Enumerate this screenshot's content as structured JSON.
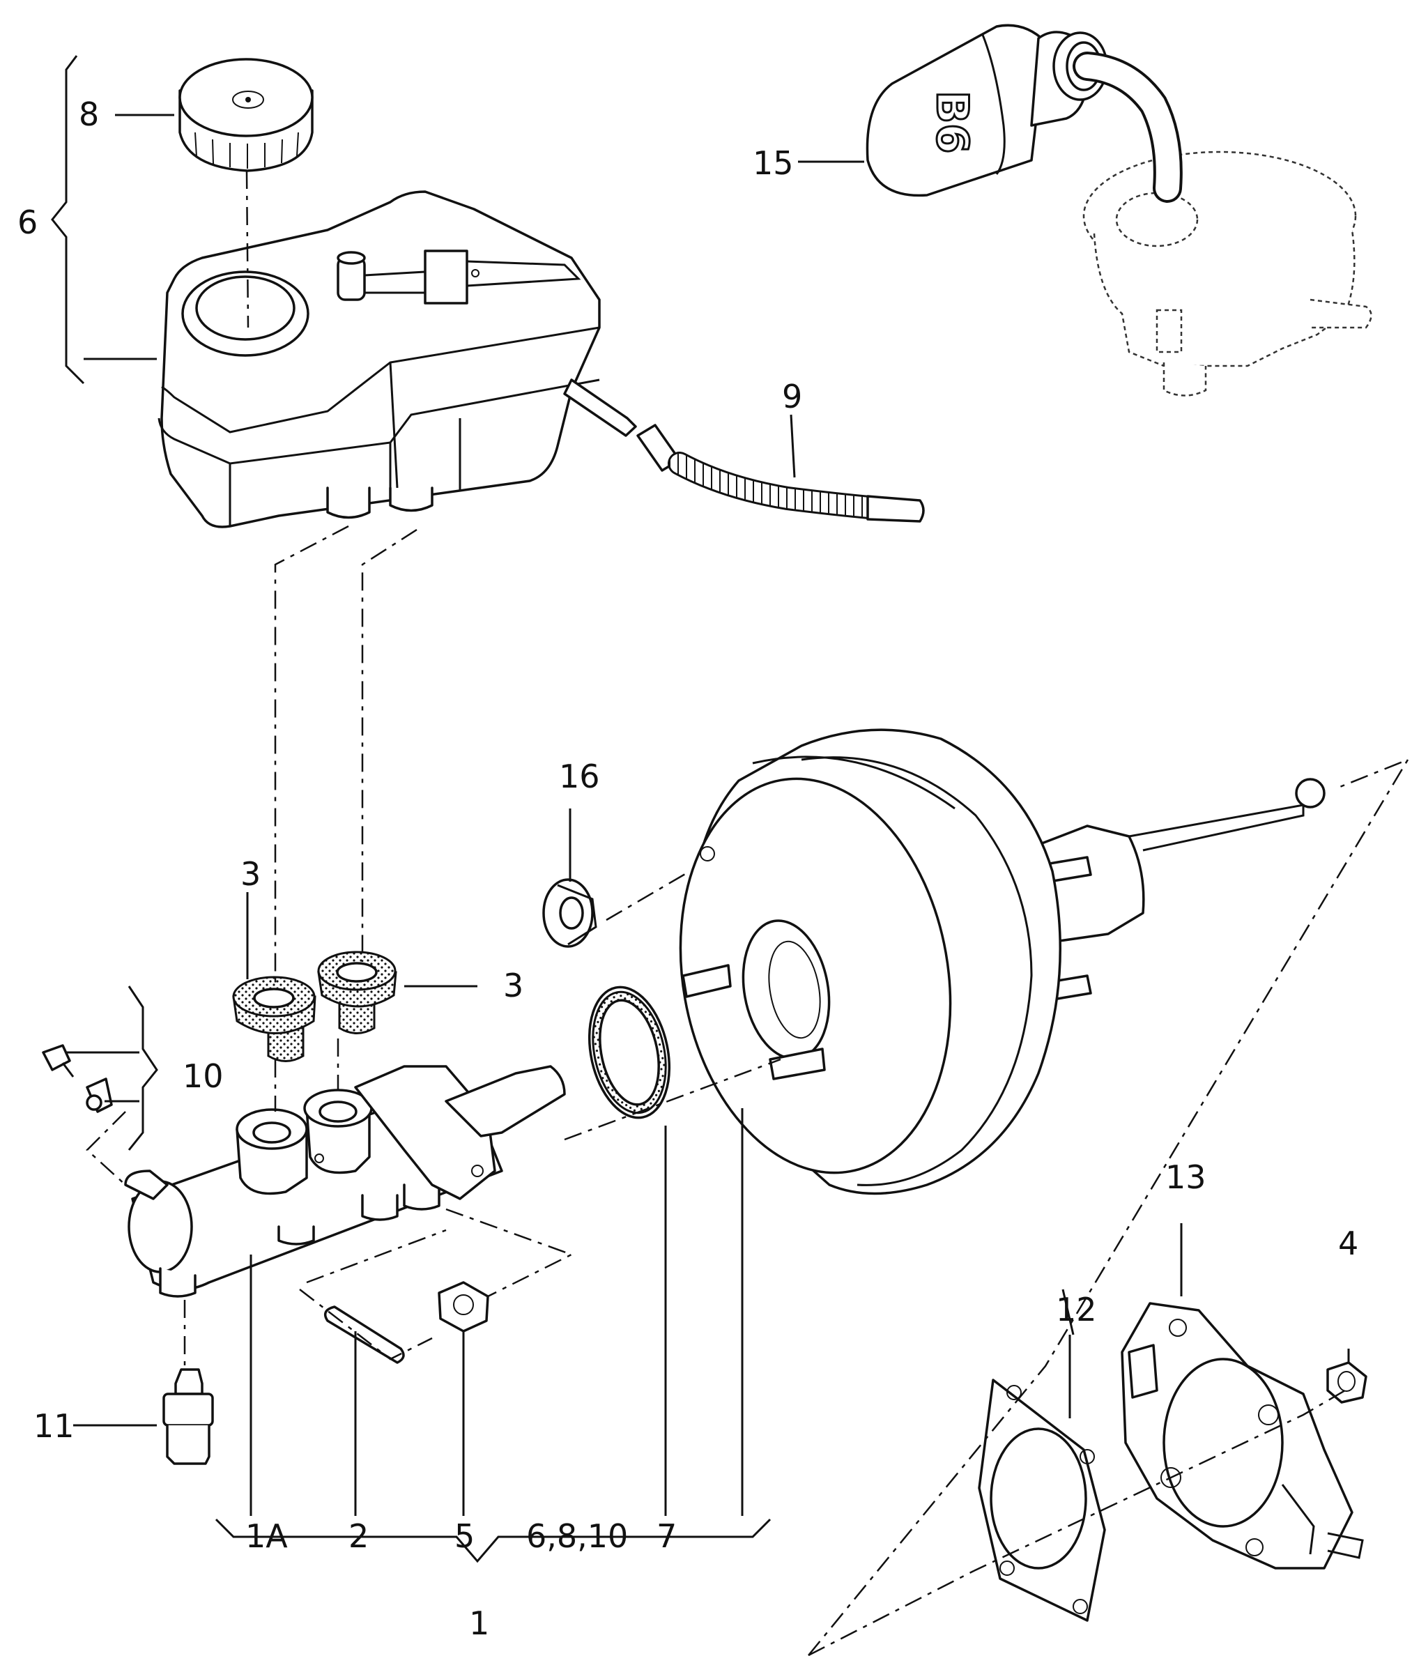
{
  "callouts": {
    "c1": "1",
    "c1a": "1A",
    "c2": "2",
    "c3_left": "3",
    "c3_right": "3",
    "c4": "4",
    "c5": "5",
    "c6": "6",
    "c6_8_10": "6,8,10",
    "c7": "7",
    "c8": "8",
    "c9": "9",
    "c10": "10",
    "c11": "11",
    "c12": "12",
    "c13": "13",
    "c15": "15",
    "c16": "16"
  },
  "stamp_text": "B6"
}
